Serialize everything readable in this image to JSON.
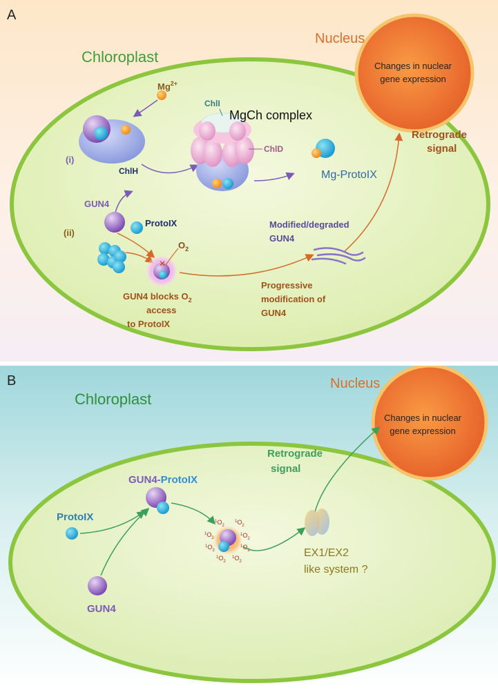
{
  "panelA": {
    "letter": "A",
    "chloroplast": "Chloroplast",
    "nucleus": "Nucleus",
    "nucleus_text_1": "Changes in nuclear",
    "nucleus_text_2": "gene expression",
    "mg_ion": "Mg",
    "mg_charge": "2+",
    "chli": "ChlI",
    "mgch_complex": "MgCh complex",
    "chld": "ChlD",
    "label_i": "(i)",
    "chlh": "ChlH",
    "mg_protoix": "Mg-ProtoIX",
    "retro_1": "Retrograde",
    "retro_2": "signal",
    "gun4": "GUN4",
    "protoix": "ProtoIX",
    "label_ii": "(ii)",
    "o2": "O",
    "o2_sub": "2",
    "modified_1": "Modified/degraded",
    "modified_2": "GUN4",
    "blocks_1a": "GUN4 blocks O",
    "blocks_1sub": "2",
    "blocks_2": "access",
    "blocks_3": "to ProtoIX",
    "progressive_1": "Progressive",
    "progressive_2": "modification of",
    "progressive_3": "GUN4"
  },
  "panelB": {
    "letter": "B",
    "chloroplast": "Chloroplast",
    "nucleus": "Nucleus",
    "nucleus_text_1": "Changes in nuclear",
    "nucleus_text_2": "gene expression",
    "retro_1": "Retrograde",
    "retro_2": "signal",
    "gun4_protoix_a": "GUN4-",
    "gun4_protoix_b": "ProtoIX",
    "protoix": "ProtoIX",
    "gun4": "GUN4",
    "singlet_sup": "1",
    "singlet_o": "O",
    "singlet_sub": "2",
    "ex_1": "EX1/EX2",
    "ex_2": "like system ?"
  },
  "colors": {
    "chloroplast_green": "#3f9d3a",
    "nucleus_orange": "#d7702e",
    "gun4_purple": "#8b5cb8",
    "protoix_blue": "#2f8fc9",
    "retro_brown": "#a0501a",
    "retro_green": "#3aa05a"
  }
}
